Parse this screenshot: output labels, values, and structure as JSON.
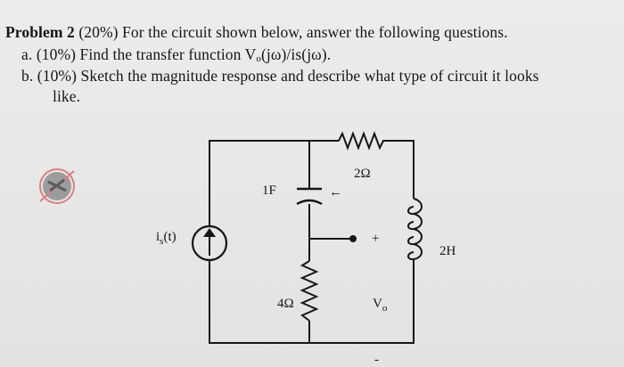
{
  "problem": {
    "heading": "Problem 2",
    "heading_rest": "(20%) For the circuit shown below, answer the following questions.",
    "part_a": "a.  (10%) Find the transfer function V",
    "part_a_sub1": "o",
    "part_a_tail": "(jω)/is(jω).",
    "part_b_line1": "b.  (10%) Sketch the magnitude response and describe what type of circuit it looks",
    "part_b_line2": "like."
  },
  "circuit": {
    "source_label": "i",
    "source_label_sub": "s",
    "source_label_tail": "(t)",
    "capacitor_label": "1F",
    "resistor_top_label": "2Ω",
    "resistor_bottom_label": "4Ω",
    "inductor_label": "2H",
    "plus_label": "+",
    "minus_label": "-",
    "output_label": "V",
    "output_label_sub": "o"
  },
  "colors": {
    "ink": "#161616",
    "paper": "#e8e8e8",
    "sticker_gray": "#8a8a8a",
    "sticker_red": "#d97a7a"
  },
  "icons": [
    "no-symbol-sticker-icon"
  ]
}
